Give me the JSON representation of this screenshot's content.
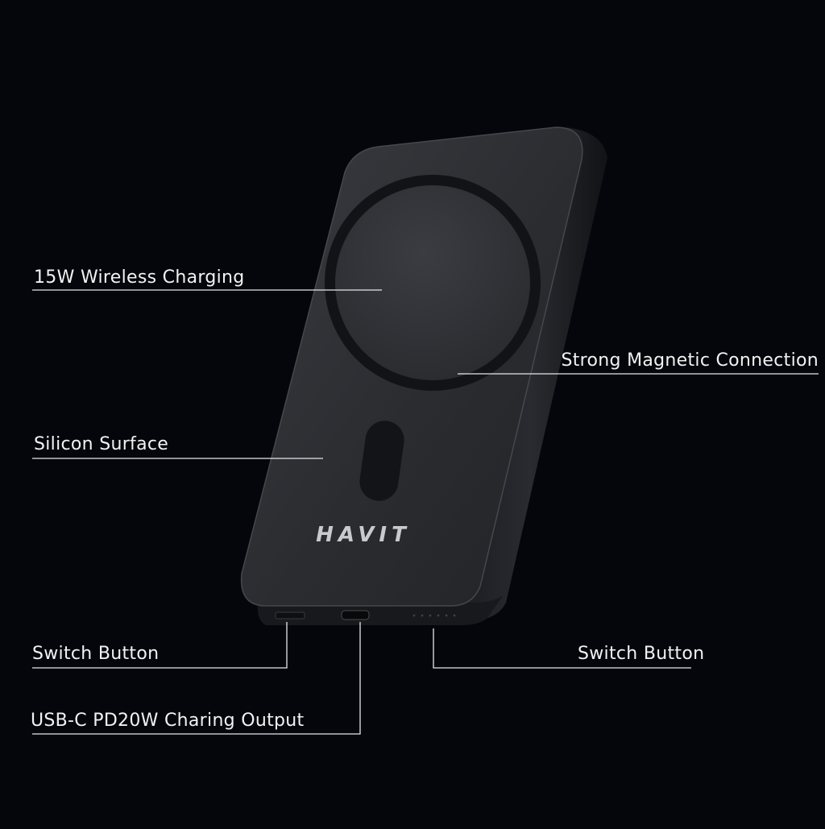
{
  "brand": {
    "logo_text": "HAVIT"
  },
  "callouts": {
    "wireless_charging": "15W Wireless Charging",
    "magnetic_connection": "Strong Magnetic Connection",
    "silicon_surface": "Silicon Surface",
    "switch_button_left": "Switch Button",
    "switch_button_right": "Switch Button",
    "usb_c_output": "USB-C PD20W Charing Output"
  },
  "colors": {
    "background": "#05060c",
    "device_face": "#2c2d31",
    "device_edge": "#1d1e22",
    "ring": "#131417",
    "line": "#e6e6e6",
    "text": "#f2f2f2"
  }
}
